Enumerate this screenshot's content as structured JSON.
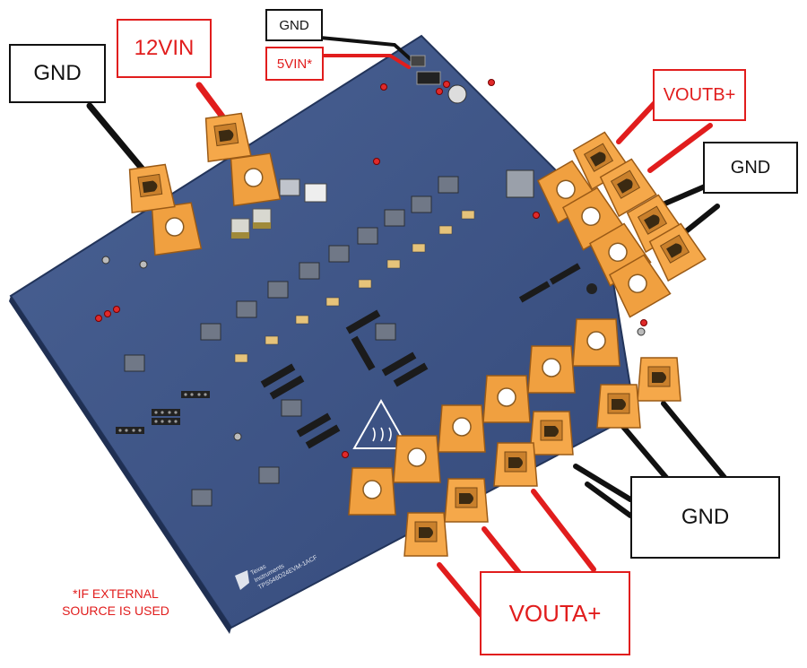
{
  "labels": {
    "gnd_top_left": "GND",
    "vin12": "12VIN",
    "gnd_small": "GND",
    "vin5": "5VIN*",
    "voutb": "VOUTB+",
    "gnd_right": "GND",
    "gnd_bottom": "GND",
    "vouta": "VOUTA+"
  },
  "note": {
    "line1": "*IF EXTERNAL",
    "line2": "SOURCE IS USED"
  },
  "board": {
    "silkscreen_brand_line1": "Texas",
    "silkscreen_brand_line2": "Instruments",
    "silkscreen_part": "TPS546D24EVM-1ACF"
  },
  "colors": {
    "board": "#3f5888",
    "terminal": "#f0a040",
    "label_red": "#e11d1d",
    "wire_black": "#111111"
  }
}
